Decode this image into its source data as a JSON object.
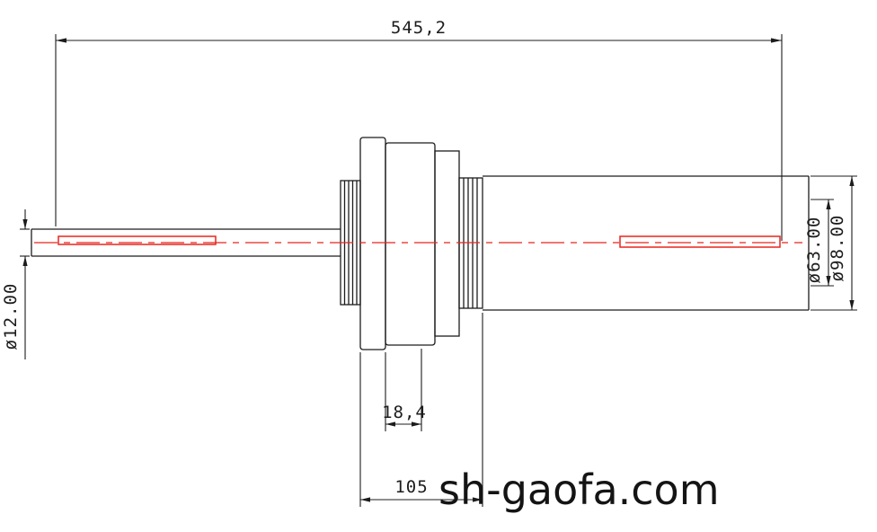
{
  "watermark": {
    "text": "sh-gaofa.com"
  },
  "dimensions": {
    "overall_length": "545,2",
    "shaft_diameter": "ø12.00",
    "bore_diameter": "ø63.00",
    "body_diameter": "ø98.00",
    "hub_width": "18,4",
    "flange_length": "105"
  },
  "colors": {
    "ink": "#1c1c1c",
    "centerline_red": "#e8251c",
    "background": "#ffffff",
    "watermark_ink": "#141414"
  }
}
